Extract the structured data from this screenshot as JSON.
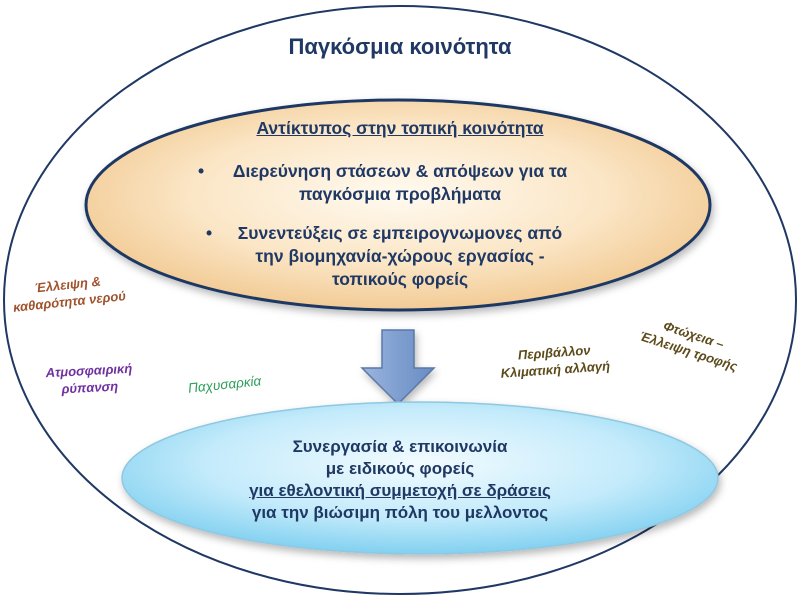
{
  "outer": {
    "title": "Παγκόσμια κοινότητα"
  },
  "inner": {
    "heading": "Αντίκτυπος στην τοπική κοινότητα",
    "bullets": [
      {
        "marker": "•",
        "line1": "Διερεύνηση στάσεων & απόψεων για τα",
        "line2": "παγκόσμια προβλήματα",
        "line3": ""
      },
      {
        "marker": "•",
        "line1": "Συνεντεύξεις σε εμπειρογνωμονες από",
        "line2": "την βιομηχανία-χώρους εργασίας -",
        "line3": "τοπικούς φορείς"
      }
    ]
  },
  "side_labels": {
    "water": {
      "line1": "Έλλειψη &",
      "line2": "καθαρότητα νερού",
      "color": "#a0522d"
    },
    "air": {
      "line1": "Ατμοσφαιρική",
      "line2": "ρύπανση",
      "color": "#7030a0"
    },
    "obesity": {
      "line1": "Παχυσαρκία",
      "color": "#2e9e5b"
    },
    "climate": {
      "line1": "Περιβάλλον",
      "line2": "Κλιματική αλλαγή",
      "color": "#5c4a1a"
    },
    "poverty": {
      "line1": "Φτώχεια –",
      "line2": "Έλλειψη τροφής",
      "color": "#5c4a1a"
    }
  },
  "bottom": {
    "line1": "Συνεργασία & επικοινωνία",
    "line2": "με ειδικούς φορείς",
    "line3": "για εθελοντική συμμετοχή σε δράσεις",
    "line4": "για την βιώσιμη πόλη του μελλοντος"
  },
  "colors": {
    "text_primary": "#1f3864",
    "outer_stroke": "#1f3864",
    "inner_fill_center": "#fdf3e2",
    "inner_fill_edge": "#f3cc96",
    "bottom_fill_center": "#eaf8ff",
    "bottom_fill_edge": "#7fd0f0",
    "arrow_fill": "#7f9fd0"
  }
}
